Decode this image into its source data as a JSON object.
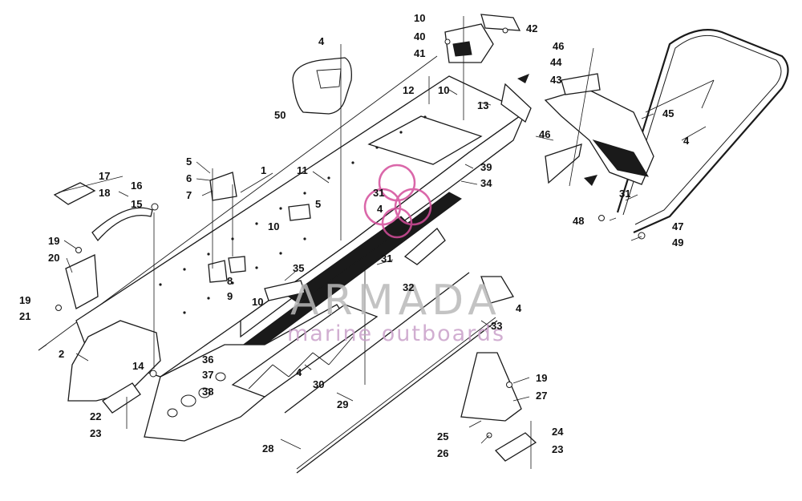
{
  "watermark": {
    "brand": "ARMADA",
    "tagline": "marine outboards",
    "brand_color": "#d44d9b"
  },
  "callouts": {
    "n1": "1",
    "n2": "2",
    "n4a": "4",
    "n4b": "4",
    "n4c": "4",
    "n4d": "4",
    "n4e": "4",
    "n5a": "5",
    "n5b": "5",
    "n6": "6",
    "n7": "7",
    "n8": "8",
    "n9": "9",
    "n10a": "10",
    "n10b": "10",
    "n10c": "10",
    "n10d": "10",
    "n11": "11",
    "n12": "12",
    "n13": "13",
    "n14": "14",
    "n15": "15",
    "n16": "16",
    "n17": "17",
    "n18": "18",
    "n19a": "19",
    "n19b": "19",
    "n19c": "19",
    "n20": "20",
    "n21": "21",
    "n22": "22",
    "n23a": "23",
    "n23b": "23",
    "n24": "24",
    "n25": "25",
    "n26": "26",
    "n27": "27",
    "n28": "28",
    "n29": "29",
    "n30": "30",
    "n31a": "31",
    "n31b": "31",
    "n31c": "31",
    "n32": "32",
    "n33": "33",
    "n34": "34",
    "n35": "35",
    "n36": "36",
    "n37": "37",
    "n38": "38",
    "n39": "39",
    "n40": "40",
    "n41": "41",
    "n42": "42",
    "n43": "43",
    "n44": "44",
    "n45": "45",
    "n46a": "46",
    "n46b": "46",
    "n47": "47",
    "n48": "48",
    "n49": "49",
    "n50": "50"
  }
}
